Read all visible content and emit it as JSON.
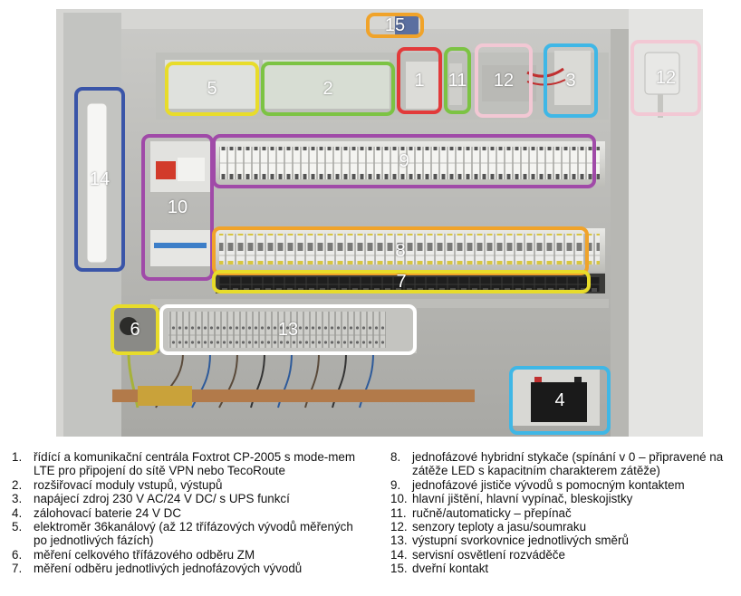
{
  "photo": {
    "description_markers": [
      {
        "label": "15",
        "color": "#f0a32a"
      },
      {
        "label": "5",
        "color": "#e8dc2a"
      },
      {
        "label": "2",
        "color": "#7cc343"
      },
      {
        "label": "1",
        "color": "#e23a3a"
      },
      {
        "label": "11",
        "color": "#7cc343"
      },
      {
        "label": "12",
        "color": "#f2c8d4"
      },
      {
        "label": "3",
        "color": "#3fb7e6"
      },
      {
        "label": "12",
        "color": "#f2c8d4"
      },
      {
        "label": "14",
        "color": "#3a55a8"
      },
      {
        "label": "9",
        "color": "#a04aa8"
      },
      {
        "label": "10",
        "color": "#a04aa8"
      },
      {
        "label": "8",
        "color": "#f0a32a"
      },
      {
        "label": "7",
        "color": "#e8dc2a"
      },
      {
        "label": "6",
        "color": "#e8dc2a"
      },
      {
        "label": "13",
        "color": "#ffffff"
      },
      {
        "label": "4",
        "color": "#3fb7e6"
      }
    ]
  },
  "legend": {
    "left": [
      {
        "num": "1.",
        "text": "řídící a komunikační centrála Foxtrot CP-2005 s mode-mem LTE pro připojení do sítě VPN nebo TecoRoute"
      },
      {
        "num": "2.",
        "text": "rozšiřovací moduly vstupů, výstupů"
      },
      {
        "num": "3.",
        "text": "napájecí zdroj 230 V AC/24 V DC/ s UPS funkcí"
      },
      {
        "num": "4.",
        "text": "zálohovací baterie 24 V DC"
      },
      {
        "num": "5.",
        "text": "elektroměr 36kanálový (až 12 třífázových vývodů měřených po jednotlivých fázích)"
      },
      {
        "num": "6.",
        "text": "měření celkového třífázového odběru ZM"
      },
      {
        "num": "7.",
        "text": "měření odběru jednotlivých jednofázových vývodů"
      }
    ],
    "right": [
      {
        "num": "8.",
        "text": "jednofázové hybridní stykače (spínání v 0 – připravené na zátěže LED s kapacitním charakterem zátěže)"
      },
      {
        "num": "9.",
        "text": "jednofázové jističe vývodů s pomocným kontaktem"
      },
      {
        "num": "10.",
        "text": "hlavní jištění, hlavní vypínač, bleskojistky"
      },
      {
        "num": "11.",
        "text": "ručně/automaticky – přepínač"
      },
      {
        "num": "12.",
        "text": "senzory teploty a jasu/soumraku"
      },
      {
        "num": "13.",
        "text": "výstupní svorkovnice jednotlivých směrů"
      },
      {
        "num": "14.",
        "text": "servisní osvětlení rozváděče"
      },
      {
        "num": "15.",
        "text": "dveřní kontakt"
      }
    ]
  }
}
